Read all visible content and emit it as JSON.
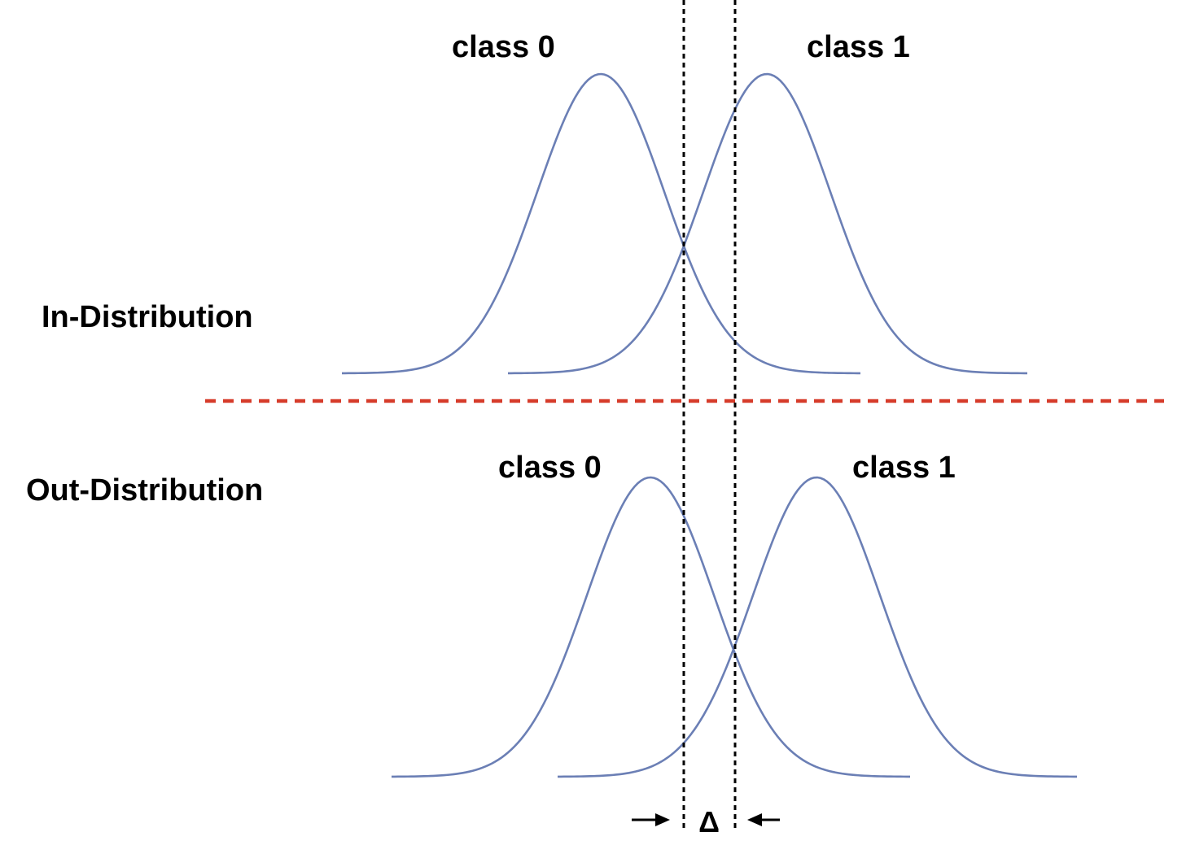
{
  "colors": {
    "curve": "#6b7fb5",
    "separator": "#d63b2a",
    "boundary": "#000000",
    "text": "#000000"
  },
  "in_distribution": {
    "row_label": "In-Distribution",
    "class0_label": "class 0",
    "class1_label": "class 1"
  },
  "out_distribution": {
    "row_label": "Out-Distribution",
    "class0_label": "class 0",
    "class1_label": "class 1"
  },
  "shift_label": "Δ"
}
